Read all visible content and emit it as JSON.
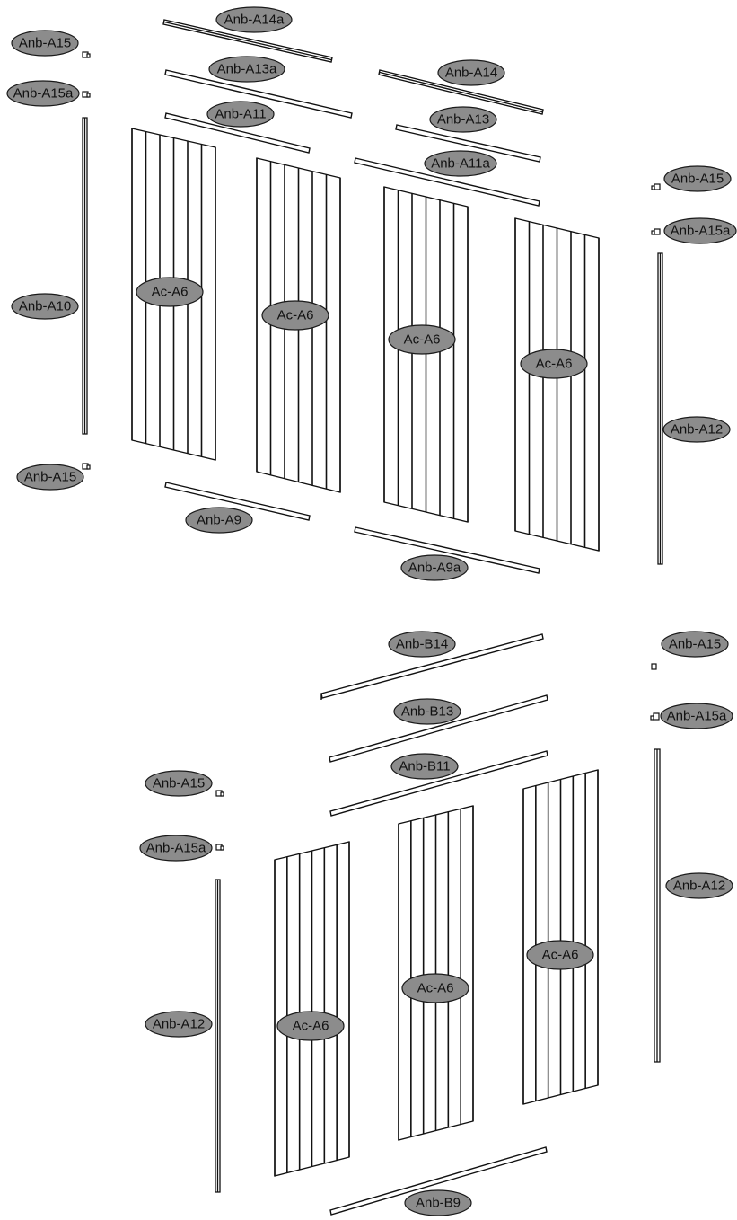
{
  "labels": {
    "top_a14a": "Anb-A14a",
    "top_a15_l": "Anb-A15",
    "top_a13a": "Anb-A13a",
    "top_a14": "Anb-A14",
    "top_a15a_l": "Anb-A15a",
    "top_a11": "Anb-A11",
    "top_a13": "Anb-A13",
    "top_a11a": "Anb-A11a",
    "top_a15_r": "Anb-A15",
    "top_a15a_r": "Anb-A15a",
    "top_a10": "Anb-A10",
    "top_panel1": "Ac-A6",
    "top_panel2": "Ac-A6",
    "top_panel3": "Ac-A6",
    "top_panel4": "Ac-A6",
    "top_a12": "Anb-A12",
    "top_a15_bl": "Anb-A15",
    "top_a9": "Anb-A9",
    "top_a9a": "Anb-A9a",
    "bot_b14": "Anb-B14",
    "bot_a15_r": "Anb-A15",
    "bot_b13": "Anb-B13",
    "bot_a15a_r": "Anb-A15a",
    "bot_b11": "Anb-B11",
    "bot_a15_l": "Anb-A15",
    "bot_a15a_l": "Anb-A15a",
    "bot_a12_r": "Anb-A12",
    "bot_panel3": "Ac-A6",
    "bot_panel2": "Ac-A6",
    "bot_a12_l": "Anb-A12",
    "bot_panel1": "Ac-A6",
    "bot_b9": "Anb-B9"
  }
}
